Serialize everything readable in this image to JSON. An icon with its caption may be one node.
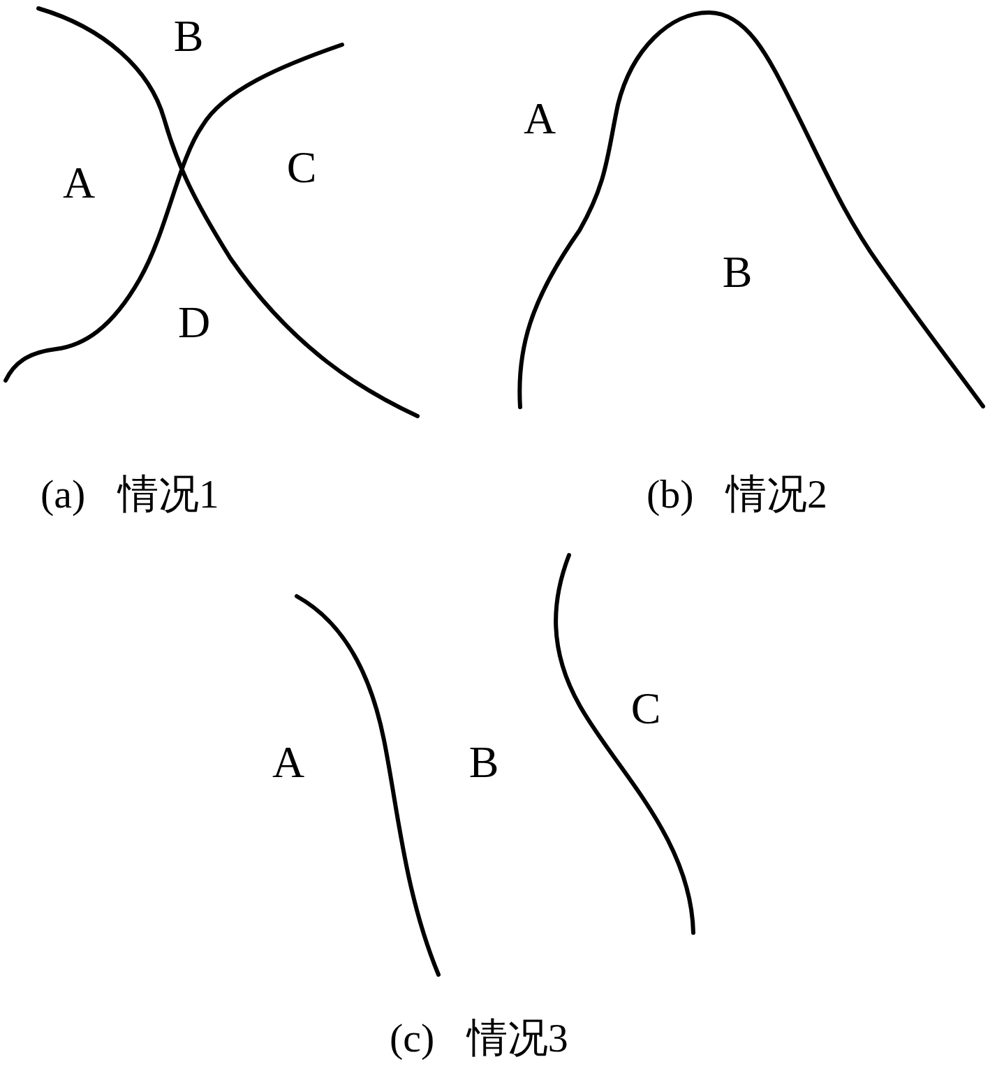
{
  "diagram": {
    "labels": [
      "B",
      "A",
      "C",
      "D",
      "(a) 情况1",
      "A",
      "B",
      "(b) 情况2",
      "A",
      "B",
      "C",
      "(c) 情况3"
    ]
  }
}
